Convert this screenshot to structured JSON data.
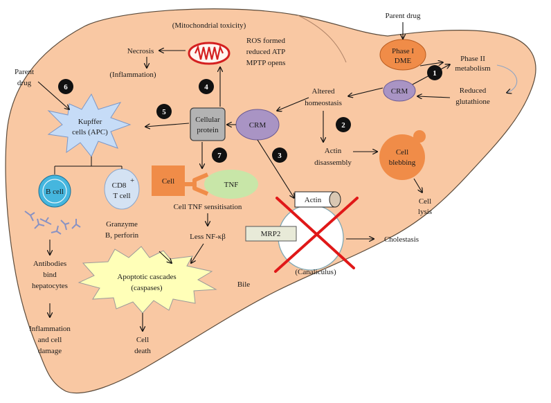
{
  "top_note": "(Mitochondrial toxicity)",
  "ros_text": [
    "ROS formed",
    "reduced ATP",
    "MPTP opens"
  ],
  "necrosis": "Necrosis",
  "inflammation": "(Inflammation)",
  "parent_drug_left": [
    "Parent",
    "drug"
  ],
  "parent_drug_top": "Parent drug",
  "phase1": [
    "Phase I",
    "DME"
  ],
  "phase2": [
    "Phase II",
    "metabolism"
  ],
  "reduced_glutathione": [
    "Reduced",
    "glutathione"
  ],
  "crm": "CRM",
  "altered_homeostasis": [
    "Altered",
    "homeostasis"
  ],
  "cellular_protein": [
    "Cellular",
    "protein"
  ],
  "kupffer": [
    "Kupffer",
    "cells (APC)"
  ],
  "actin_disassembly": [
    "Actin",
    "disassembly"
  ],
  "cell_blebbing": [
    "Cell",
    "blebbing"
  ],
  "cell_lysis": [
    "Cell",
    "lysis"
  ],
  "cell": "Cell",
  "tnf": "TNF",
  "tnf_sensitisation": "Cell TNF sensitisation",
  "less_nfkb": "Less NF-κβ",
  "b_cell": "B cell",
  "cd8_cell": [
    "CD8",
    "+",
    "T cell"
  ],
  "granzyme": [
    "Granzyme",
    "B, perforin"
  ],
  "antibodies": [
    "Antibodies",
    "bind",
    "hepatocytes"
  ],
  "inflammation_damage": [
    "Inflammation",
    "and cell",
    "damage"
  ],
  "apoptotic": [
    "Apoptotic cascades",
    "(caspases)"
  ],
  "cell_death": [
    "Cell",
    "death"
  ],
  "bile": "Bile",
  "actin": "Actin",
  "mrp2": "MRP2",
  "canaliculus": "(Canaliculus)",
  "cholestasis": "Cholestasis",
  "step_numbers": [
    "1",
    "2",
    "3",
    "4",
    "5",
    "6",
    "7"
  ],
  "colors": {
    "liver": "#f9c8a3",
    "liver_edge": "#5a4a3a",
    "orange": "#f08c48",
    "purple": "#a994c4",
    "tnf_green": "#c8e6a8",
    "kupffer_blue": "#c6dcf7",
    "b_cell_blue": "#45b6de",
    "star_yellow": "#ffffb8",
    "mito_red": "#d42020",
    "cross_red": "#e01818",
    "grey_box": "#b3b3b3",
    "mrp2_box": "#e8ead8"
  }
}
